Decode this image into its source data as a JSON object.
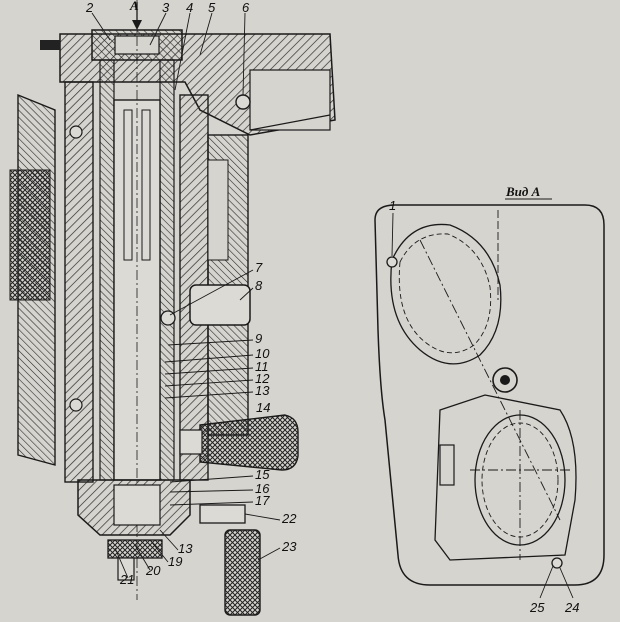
{
  "figure": {
    "section_arrow_label": "A",
    "view_title": "Вид А",
    "callouts_left": [
      {
        "text": "2"
      },
      {
        "text": "3"
      },
      {
        "text": "4"
      },
      {
        "text": "5"
      },
      {
        "text": "6"
      },
      {
        "text": "7"
      },
      {
        "text": "8"
      },
      {
        "text": "9"
      },
      {
        "text": "10"
      },
      {
        "text": "11"
      },
      {
        "text": "12"
      },
      {
        "text": "13"
      },
      {
        "text": "14"
      },
      {
        "text": "15"
      },
      {
        "text": "16"
      },
      {
        "text": "17"
      },
      {
        "text": "22"
      },
      {
        "text": "13"
      },
      {
        "text": "19"
      },
      {
        "text": "20"
      },
      {
        "text": "21"
      },
      {
        "text": "23"
      }
    ],
    "callouts_right": [
      {
        "text": "1"
      },
      {
        "text": "25"
      },
      {
        "text": "24"
      }
    ]
  },
  "colors": {
    "paper": "#d6d4cf",
    "ink": "#1a1a1a",
    "hatch": "#3a3a3a"
  }
}
